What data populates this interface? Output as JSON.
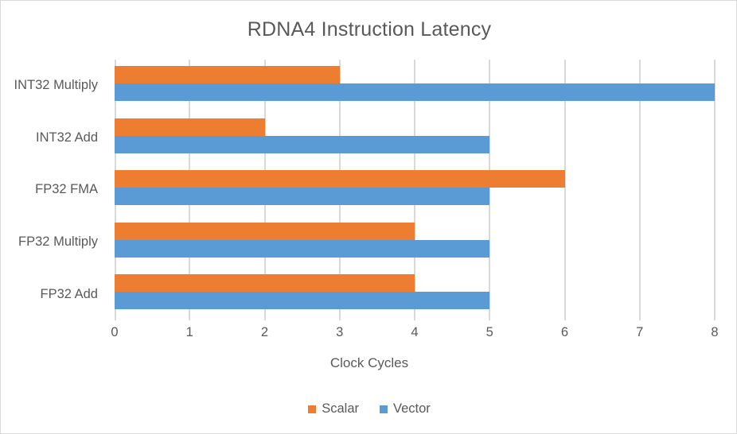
{
  "chart_data": {
    "type": "bar",
    "orientation": "horizontal",
    "title": "RDNA4 Instruction Latency",
    "xlabel": "Clock Cycles",
    "ylabel": "",
    "xlim": [
      0,
      8
    ],
    "xticks": [
      "0",
      "1",
      "2",
      "3",
      "4",
      "5",
      "6",
      "7",
      "8"
    ],
    "grid": "vertical",
    "legend_position": "bottom",
    "categories": [
      "FP32 Add",
      "FP32 Multiply",
      "FP32 FMA",
      "INT32 Add",
      "INT32 Multiply"
    ],
    "series": [
      {
        "name": "Scalar",
        "color": "#ed7d31",
        "values": [
          4,
          4,
          6,
          2,
          3
        ]
      },
      {
        "name": "Vector",
        "color": "#5b9bd5",
        "values": [
          5,
          5,
          5,
          5,
          8
        ]
      }
    ]
  },
  "axis": {
    "gridline_color": "#d9d9d9",
    "text_color": "#595959"
  },
  "frame": {
    "border_color": "#d9d9d9",
    "background": "#ffffff"
  }
}
